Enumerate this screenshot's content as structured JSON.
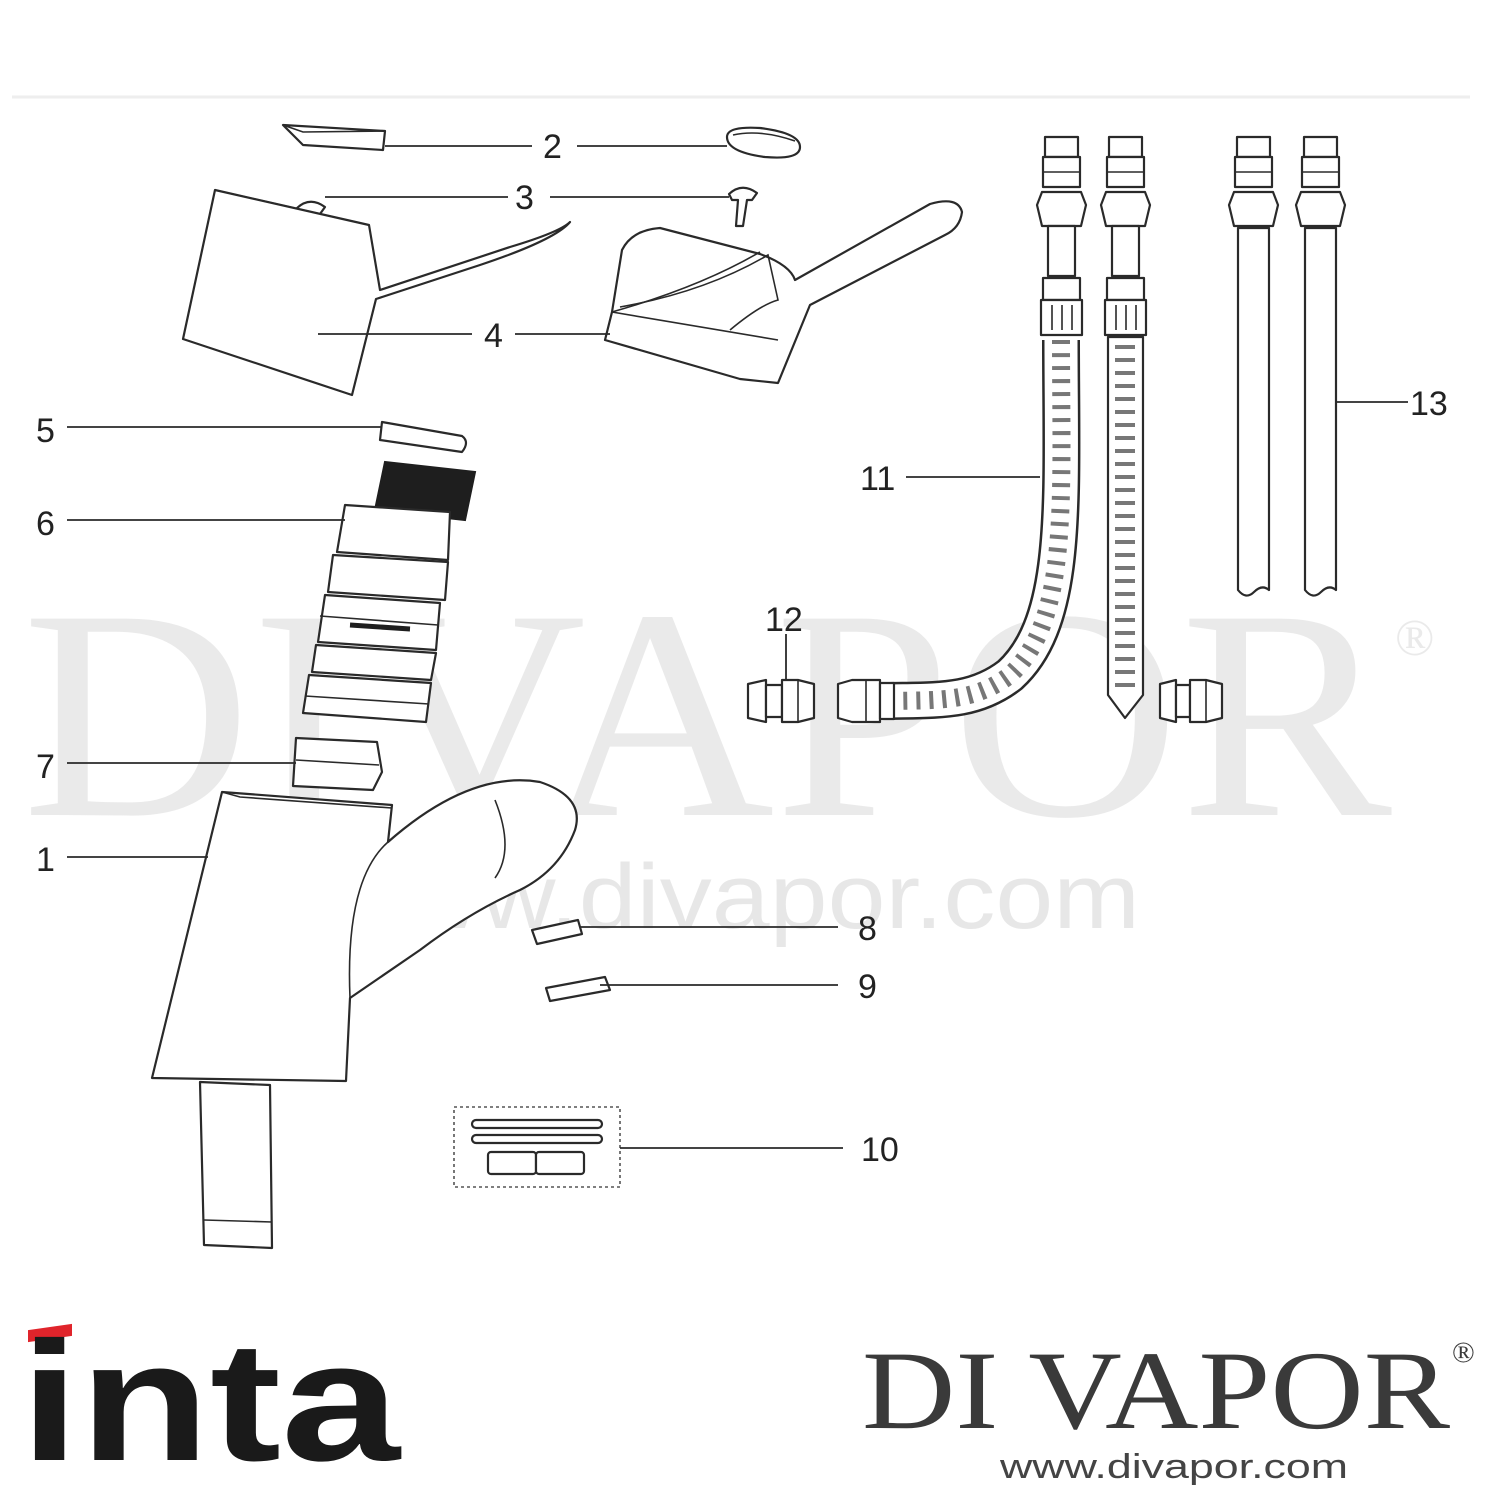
{
  "labels": {
    "l1": "1",
    "l2": "2",
    "l3": "3",
    "l4": "4",
    "l5": "5",
    "l6": "6",
    "l7": "7",
    "l8": "8",
    "l9": "9",
    "l10": "10",
    "l11": "11",
    "l12": "12",
    "l13": "13"
  },
  "watermark": {
    "main": "DIVAPOR",
    "registered": "®",
    "url": "www.divapor.com"
  },
  "footer": {
    "left_logo": "inta",
    "right_brand": "DI VAPOR",
    "right_registered": "®",
    "right_url": "www.divapor.com"
  },
  "colors": {
    "logo_accent": "#e0242b",
    "line": "#2a2a2a",
    "watermark": "#d9d9d9"
  }
}
